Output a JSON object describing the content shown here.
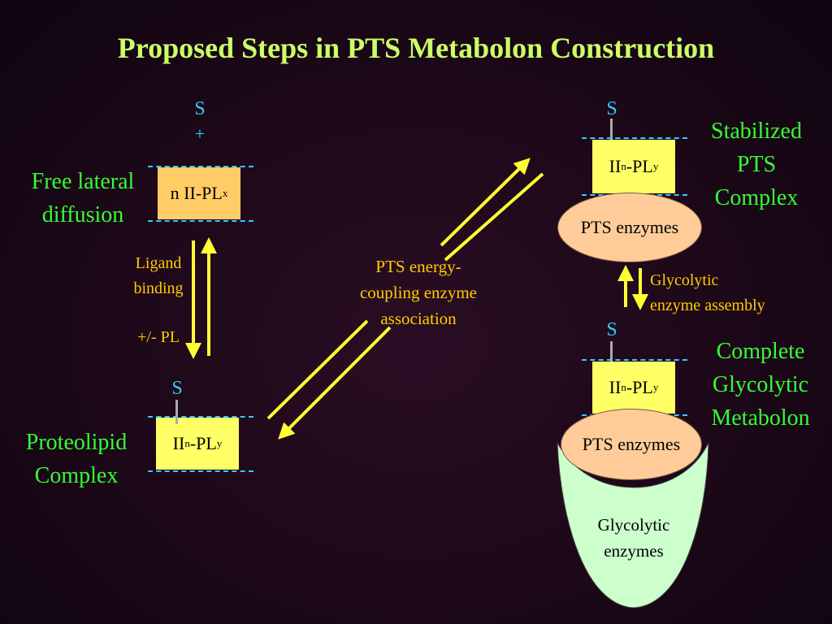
{
  "title": "Proposed Steps in PTS Metabolon Construction",
  "substrate": "S",
  "plus": "+",
  "free_diffusion": {
    "line1": "Free lateral",
    "line2": "diffusion",
    "box_main": "n II-PL",
    "box_sub": "x"
  },
  "ligand_step": {
    "line1": "Ligand",
    "line2": "binding",
    "pl": "+/- PL"
  },
  "proteolipid": {
    "line1": "Proteolipid",
    "line2": "Complex"
  },
  "complex_box": {
    "prefix": "II",
    "sub_n": "n",
    "middle": "-PL",
    "sub_y": "y"
  },
  "pts_step": {
    "line1": "PTS energy-",
    "line2": "coupling enzyme",
    "line3": "association"
  },
  "stabilized": {
    "line1": "Stabilized",
    "line2": "PTS",
    "line3": "Complex"
  },
  "pts_enzymes": "PTS enzymes",
  "glycolytic_step": {
    "line1": "Glycolytic",
    "line2": "enzyme assembly"
  },
  "complete": {
    "line1": "Complete",
    "line2": "Glycolytic",
    "line3": "Metabolon"
  },
  "glycolytic_enzymes": {
    "line1": "Glycolytic",
    "line2": "enzymes"
  },
  "colors": {
    "title": "#ccff66",
    "label_green": "#33ff33",
    "substrate_cyan": "#33ccff",
    "arrow_yellow": "#ffff33",
    "step_text": "#ffcc00",
    "box_orange": "#ffcc66",
    "box_yellow": "#ffff66",
    "oval_peach": "#ffcc99",
    "cup_green": "#ccffcc"
  }
}
